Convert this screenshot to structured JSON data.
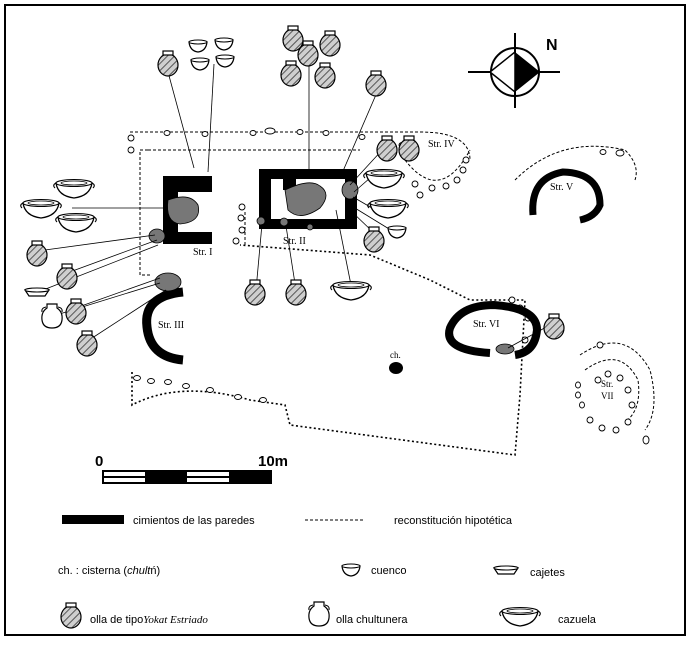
{
  "north_label": "N",
  "structures": {
    "str1": "Str. I",
    "str2": "Str. II",
    "str3": "Str. III",
    "str4": "Str. IV",
    "str5": "Str. V",
    "str6": "Str. VI",
    "str7_line1": "Str.",
    "str7_line2": "VII"
  },
  "cistern_label": "ch.",
  "scale": {
    "start": "0",
    "end": "10m"
  },
  "legend": {
    "walls": "cimientos de las paredes",
    "reconstruction": "reconstitución hipotética",
    "cistern_prefix": "ch. : cisterna (",
    "cistern_italic": "chult",
    "cistern_suffix": "ń)",
    "cuenco": "cuenco",
    "cajetes": "cajetes",
    "olla_prefix": "olla de tipo",
    "olla_italic": "Yokat Estriado",
    "olla_chultunera": "olla chultunera",
    "cazuela": "cazuela"
  },
  "colors": {
    "ink": "#000000",
    "shade": "#7a7a7a",
    "paper": "#ffffff"
  }
}
